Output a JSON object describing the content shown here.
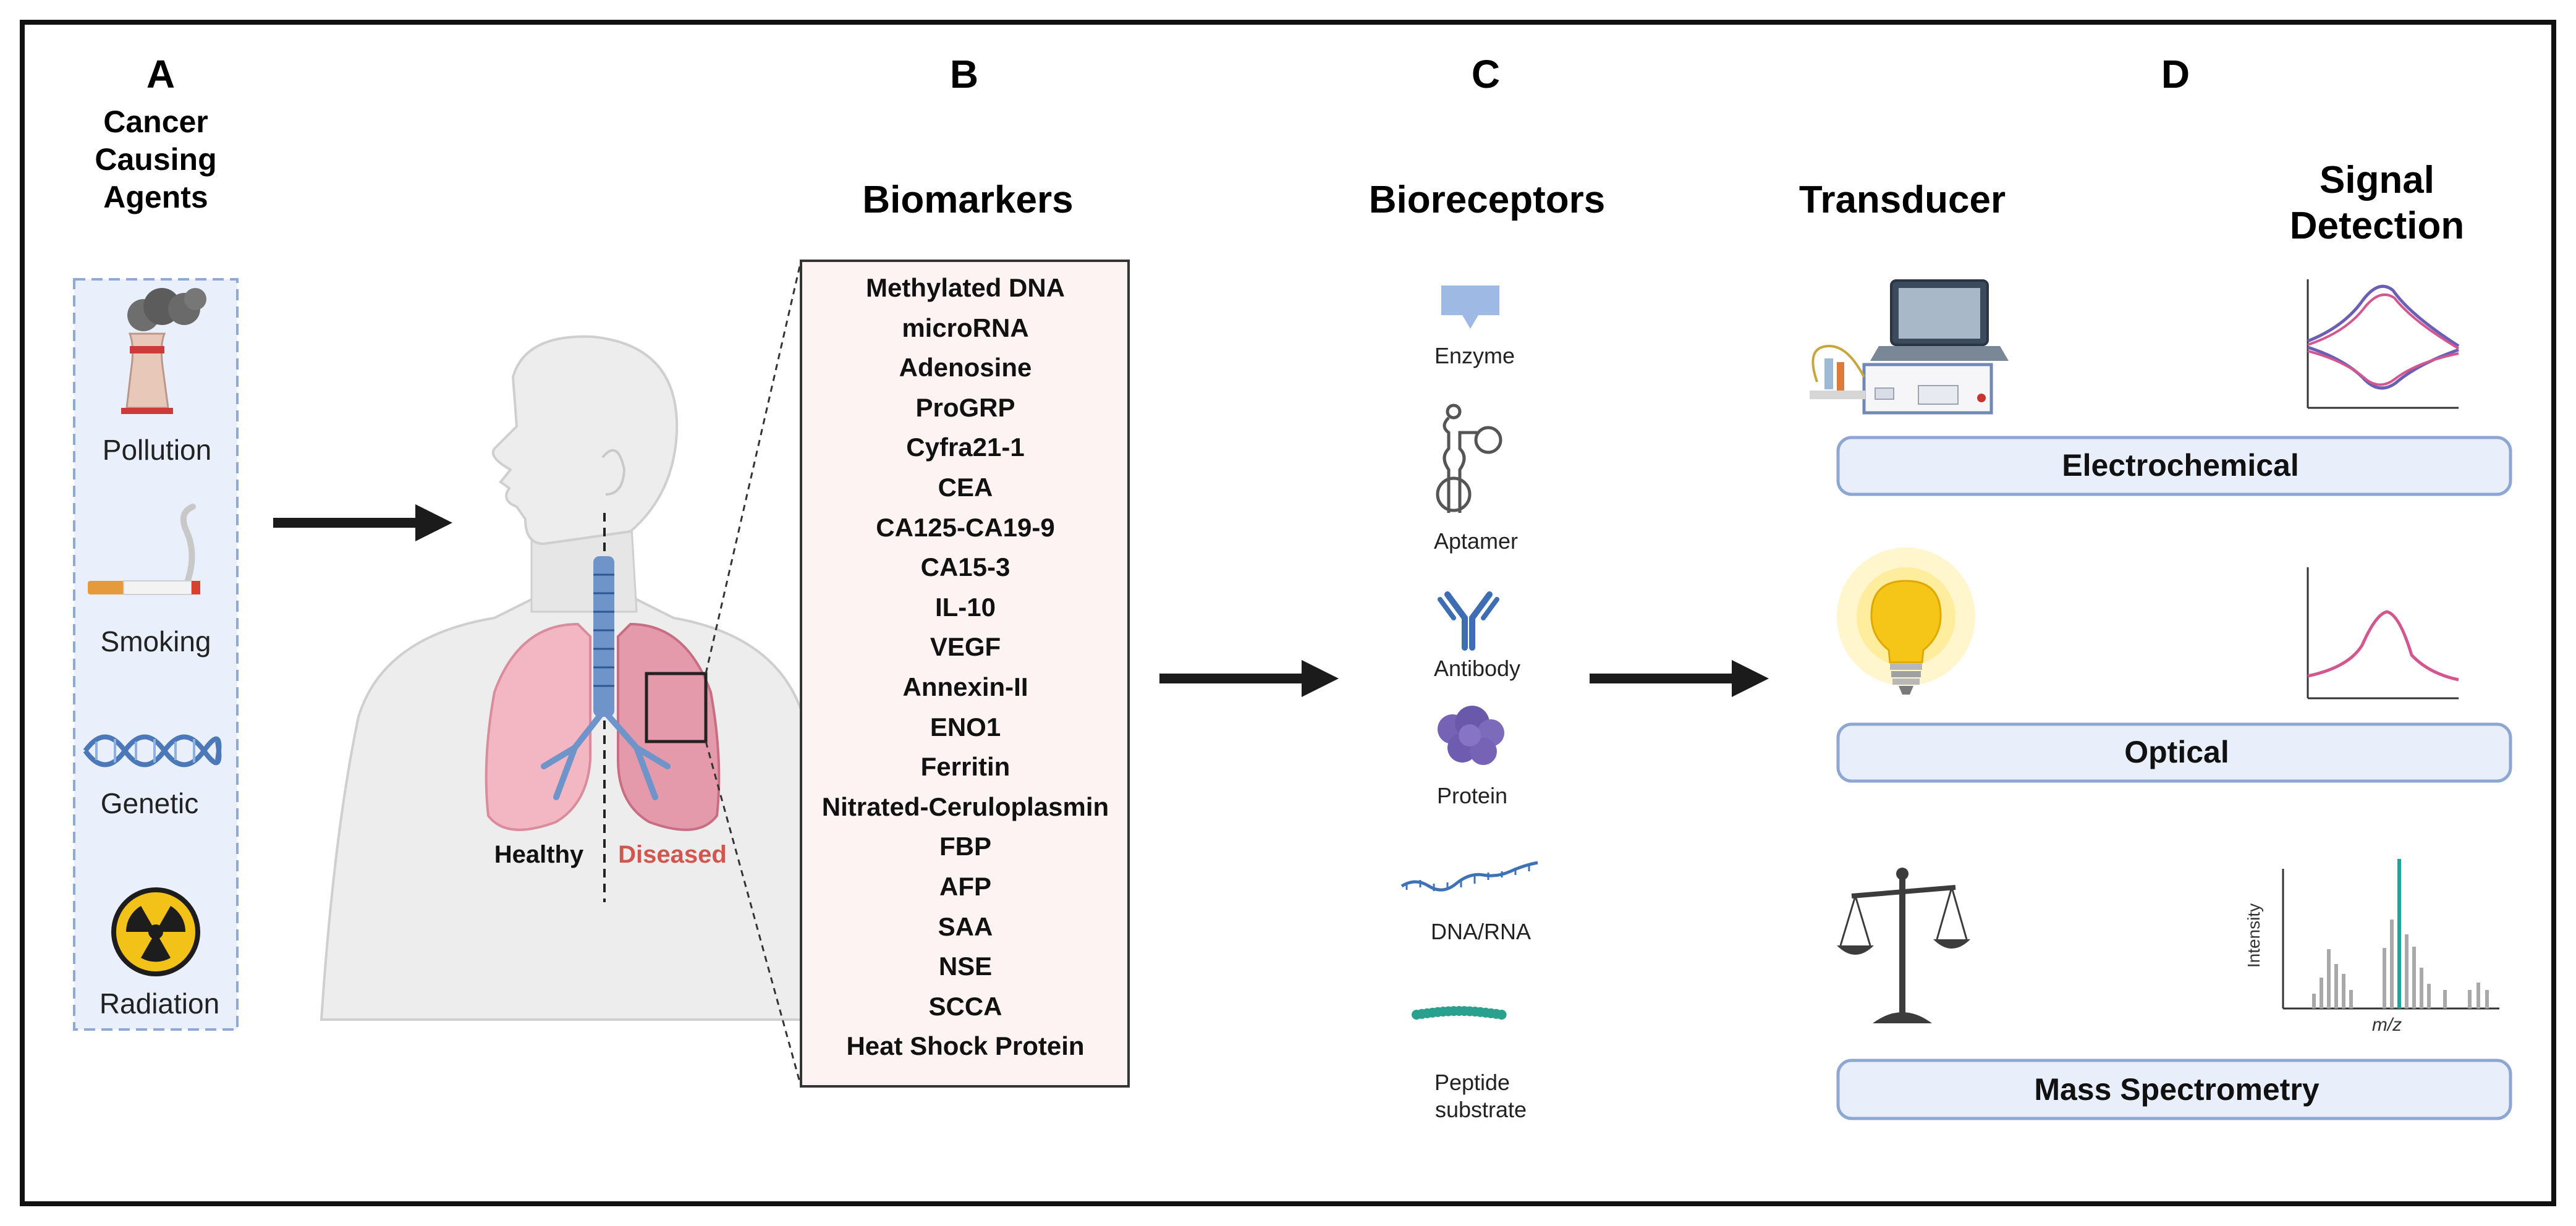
{
  "panels": {
    "a": {
      "letter": "A",
      "title_lines": [
        "Cancer",
        "Causing",
        "Agents"
      ],
      "agents": [
        {
          "label": "Pollution",
          "icon": "factory-smokestack-icon"
        },
        {
          "label": "Smoking",
          "icon": "cigarette-icon"
        },
        {
          "label": "Genetic",
          "icon": "dna-helix-icon"
        },
        {
          "label": "Radiation",
          "icon": "radiation-icon"
        }
      ]
    },
    "b": {
      "letter": "B",
      "title": "Biomarkers",
      "lung_labels": {
        "healthy": "Healthy",
        "diseased": "Diseased"
      },
      "biomarkers": [
        "Methylated DNA",
        "microRNA",
        "Adenosine",
        "ProGRP",
        "Cyfra21-1",
        "CEA",
        "CA125-CA19-9",
        "CA15-3",
        "IL-10",
        "VEGF",
        "Annexin-II",
        "ENO1",
        "Ferritin",
        "Nitrated-Ceruloplasmin",
        "FBP",
        "AFP",
        "SAA",
        "NSE",
        "SCCA",
        "Heat Shock Protein"
      ]
    },
    "c": {
      "letter": "C",
      "title": "Bioreceptors",
      "receptors": [
        {
          "label": "Enzyme",
          "icon": "enzyme-icon"
        },
        {
          "label": "Aptamer",
          "icon": "aptamer-icon"
        },
        {
          "label": "Antibody",
          "icon": "antibody-icon"
        },
        {
          "label": "Protein",
          "icon": "protein-icon"
        },
        {
          "label": "DNA/RNA",
          "icon": "dna-rna-strand-icon"
        },
        {
          "label_lines": [
            "Peptide",
            "substrate"
          ],
          "icon": "peptide-chain-icon"
        }
      ]
    },
    "d": {
      "letter": "D",
      "transducer_title": "Transducer",
      "signal_title_lines": [
        "Signal",
        "Detection"
      ],
      "methods": [
        {
          "label": "Electrochemical",
          "icon": "potentiostat-laptop-icon",
          "signal": "cyclic-voltammogram"
        },
        {
          "label": "Optical",
          "icon": "light-bulb-icon",
          "signal": "absorbance-peak"
        },
        {
          "label": "Mass Spectrometry",
          "icon": "balance-scale-icon",
          "signal": "mass-spectrum"
        }
      ],
      "mass_spec_axes": {
        "x": "m/z",
        "y": "Intensity"
      }
    }
  },
  "colors": {
    "agents_box_fill": "#e9f0fb",
    "agents_box_border": "#8fa8d4",
    "biomarker_box_fill": "#fdf3f3",
    "method_box_fill": "#e8effb",
    "method_box_border": "#8ea6d2",
    "diseased_text": "#d0564e",
    "arrow": "#1b1b1b",
    "antibody_blue": "#3e6db3",
    "protein_purple": "#7663b5",
    "peptide_teal": "#2aa08f",
    "curve_purple": "#6b5fb5",
    "curve_pink": "#d3568e",
    "mass_peak_teal": "#1fa39a"
  }
}
